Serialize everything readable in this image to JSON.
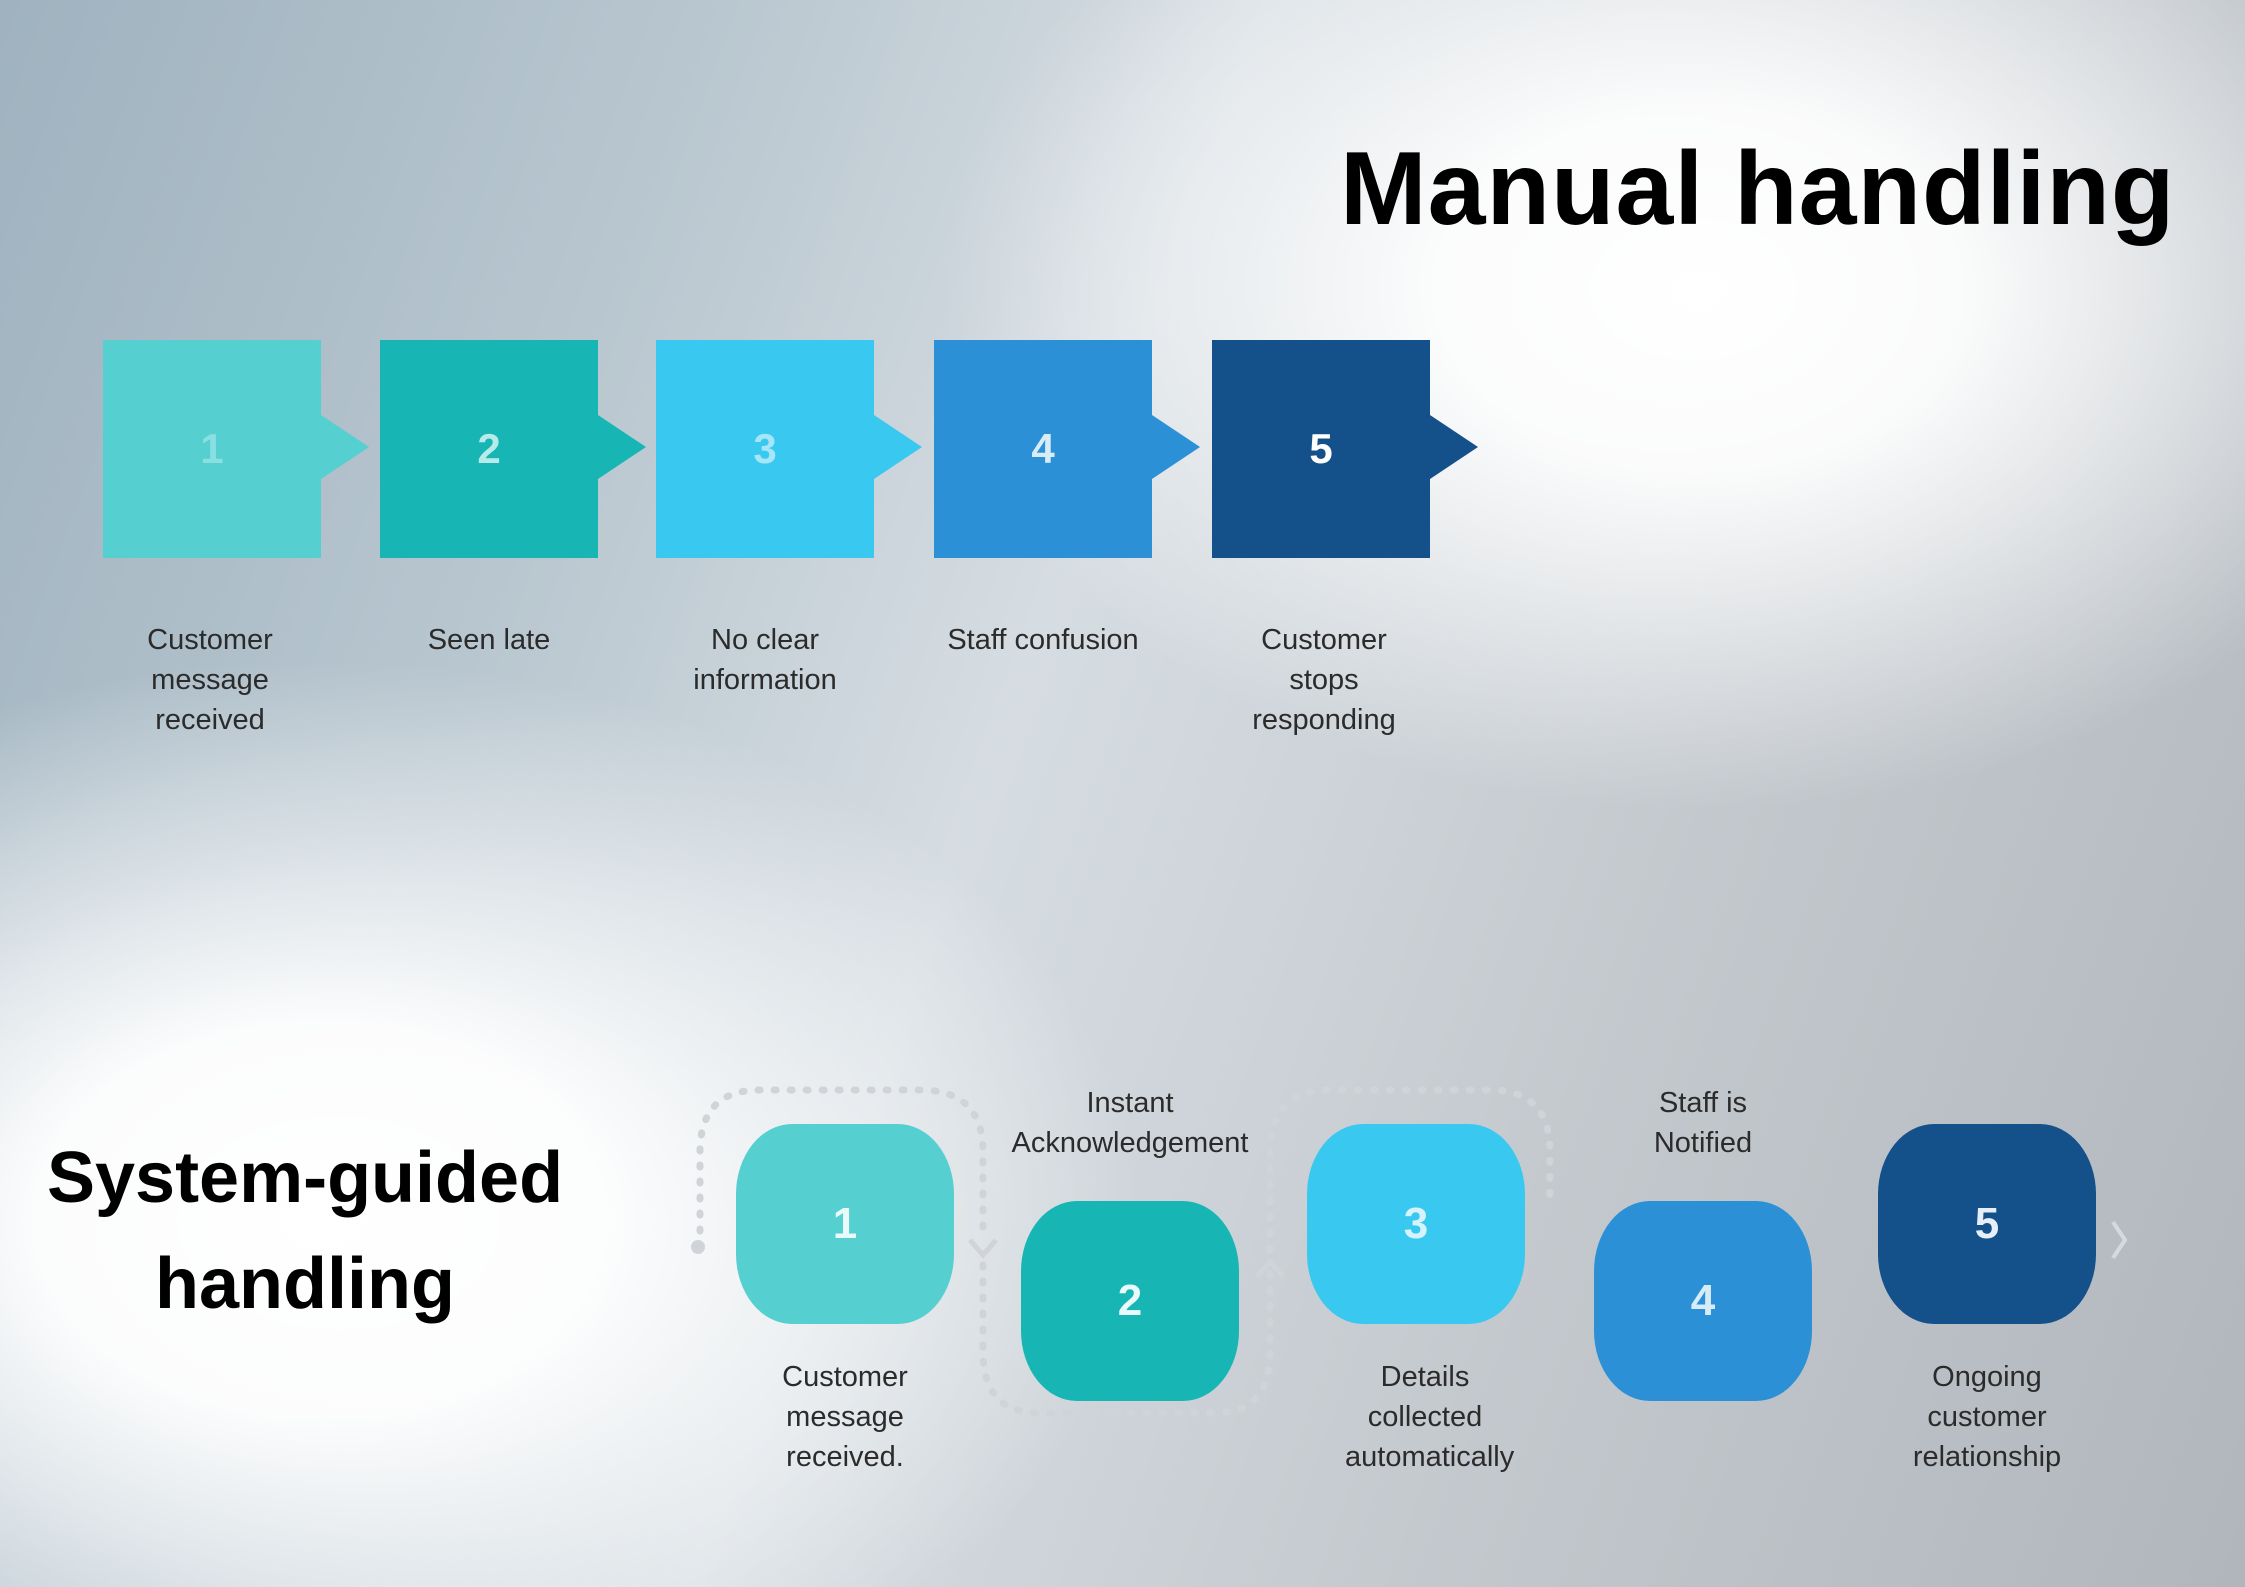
{
  "manual": {
    "title": "Manual handling",
    "steps": [
      {
        "num": "1",
        "label": "Customer message received",
        "color": "#55cfd0",
        "num_color": "#8adfe0"
      },
      {
        "num": "2",
        "label": "Seen late",
        "color": "#17b6b5",
        "num_color": "#b6ebea"
      },
      {
        "num": "3",
        "label": "No clear information",
        "color": "#39c9f0",
        "num_color": "#a6e6f8"
      },
      {
        "num": "4",
        "label": "Staff confusion",
        "color": "#2b90d6",
        "num_color": "#d8ecf8"
      },
      {
        "num": "5",
        "label": "Customer stops responding",
        "color": "#14508a",
        "num_color": "#ffffff"
      }
    ]
  },
  "guided": {
    "title": "System-guided handling",
    "steps": [
      {
        "num": "1",
        "label": "Customer message received.",
        "color": "#55cfd0",
        "num_color": "#e9fafa"
      },
      {
        "num": "2",
        "label": "Instant Acknowledgement",
        "color": "#17b6b5",
        "num_color": "#e9fafa"
      },
      {
        "num": "3",
        "label": "Details collected automatically",
        "color": "#39c9f0",
        "num_color": "#d6f3fc"
      },
      {
        "num": "4",
        "label": "Staff is Notified",
        "color": "#2b90d6",
        "num_color": "#d8ecf8"
      },
      {
        "num": "5",
        "label": "Ongoing customer relationship",
        "color": "#14508a",
        "num_color": "#e6eef7"
      }
    ]
  }
}
